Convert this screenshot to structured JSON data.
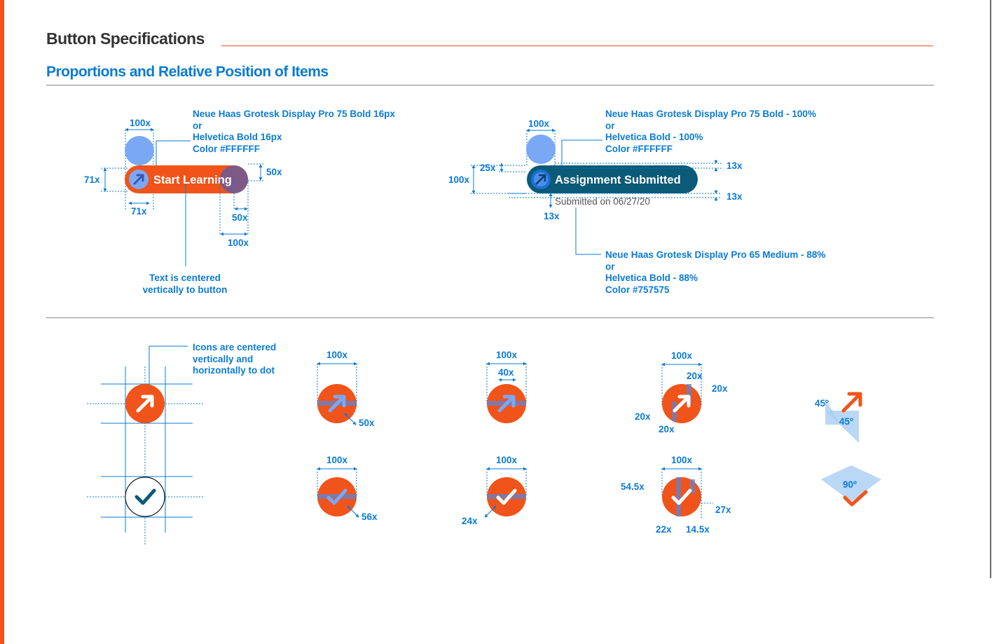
{
  "title": "Button Specifications",
  "subtitle": "Proportions and Relative Position of Items",
  "colors": {
    "accent": "#f1541a",
    "blue": "#0a7bd6",
    "teal": "#0b5a78",
    "light_blue": "#7aa8f5",
    "gray_text": "#757575"
  },
  "left_spec": {
    "font_note": [
      "Neue Haas Grotesk Display Pro 75 Bold 16px",
      "or",
      "Helvetica Bold 16px",
      "Color #FFFFFF"
    ],
    "button_label": "Start Learning",
    "button_icon": "arrow-up-right-icon",
    "dims": {
      "top_width": "100x",
      "height": "71x",
      "bottom": "71x",
      "right_height": "50x",
      "right_width": "50x",
      "right_total": "100x"
    },
    "note": [
      "Text is centered",
      "vertically to button"
    ]
  },
  "right_spec": {
    "font_note": [
      "Neue Haas Grotesk Display Pro 75 Bold - 100%",
      "or",
      "Helvetica Bold - 100%",
      "Color #FFFFFF"
    ],
    "button_label": "Assignment Submitted",
    "sub_label": "Submitted on 06/27/20",
    "dims": {
      "top_width": "100x",
      "height": "100x",
      "top_gap": "25x",
      "right_top": "13x",
      "right_bottom": "13x",
      "below": "13x"
    },
    "sub_font_note": [
      "Neue Haas Grotesk Display Pro 65 Medium - 88%",
      "or",
      "Helvetica Bold - 88%",
      "Color #757575"
    ]
  },
  "icon_spec": {
    "note": [
      "Icons are centered",
      "vertically and",
      "horizontally to dot"
    ],
    "arrow_icons": [
      {
        "width": "100x",
        "secondary": "50x"
      },
      {
        "width": "100x",
        "inner": "40x"
      },
      {
        "width": "100x",
        "labels": [
          "20x",
          "20x",
          "20x",
          "20x"
        ]
      }
    ],
    "check_icons": [
      {
        "width": "100x",
        "secondary": "56x"
      },
      {
        "width": "100x",
        "secondary": "24x"
      },
      {
        "width": "100x",
        "labels": [
          "54.5x",
          "27x",
          "22x",
          "14.5x"
        ]
      }
    ],
    "angles": {
      "arrow_a": "45º",
      "arrow_b": "45º",
      "check": "90º"
    }
  }
}
